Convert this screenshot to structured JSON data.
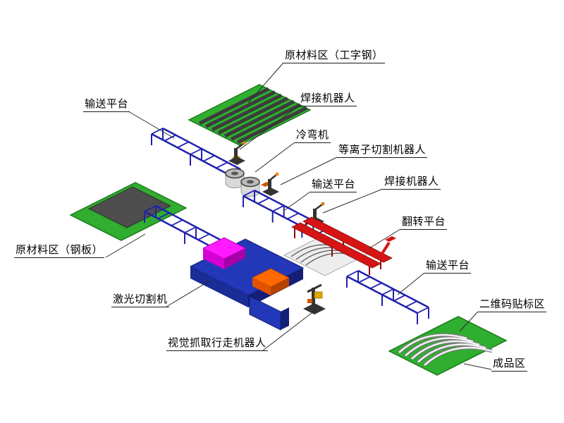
{
  "diagram": {
    "labels": [
      {
        "id": "raw-material-ibeam",
        "text": "原材料区（工字钢）"
      },
      {
        "id": "conveyor-top",
        "text": "输送平台"
      },
      {
        "id": "welding-robot-1",
        "text": "焊接机器人"
      },
      {
        "id": "cold-bending-machine",
        "text": "冷弯机"
      },
      {
        "id": "plasma-cutting-robot",
        "text": "等离子切割机器人"
      },
      {
        "id": "conveyor-middle",
        "text": "输送平台"
      },
      {
        "id": "welding-robot-2",
        "text": "焊接机器人"
      },
      {
        "id": "flip-platform",
        "text": "翻转平台"
      },
      {
        "id": "conveyor-bottom",
        "text": "输送平台"
      },
      {
        "id": "raw-material-plate",
        "text": "原材料区（钢板）"
      },
      {
        "id": "laser-cutting-machine",
        "text": "激光切割机"
      },
      {
        "id": "vision-walking-robot",
        "text": "视觉抓取行走机器人"
      },
      {
        "id": "qr-labeling-area",
        "text": "二维码贴标区"
      },
      {
        "id": "finished-product-area",
        "text": "成品区"
      }
    ],
    "colors": {
      "platform_green": "#2fae2f",
      "platform_green_edge": "#1f7a1f",
      "conveyor_blue": "#2020b0",
      "machine_blue": "#2238b8",
      "machine_magenta": "#ff1aff",
      "machine_orange": "#ff6a00",
      "flip_red": "#d51515",
      "steel_dark": "#3c3c3c",
      "leader_line": "#2a2a2a"
    }
  }
}
